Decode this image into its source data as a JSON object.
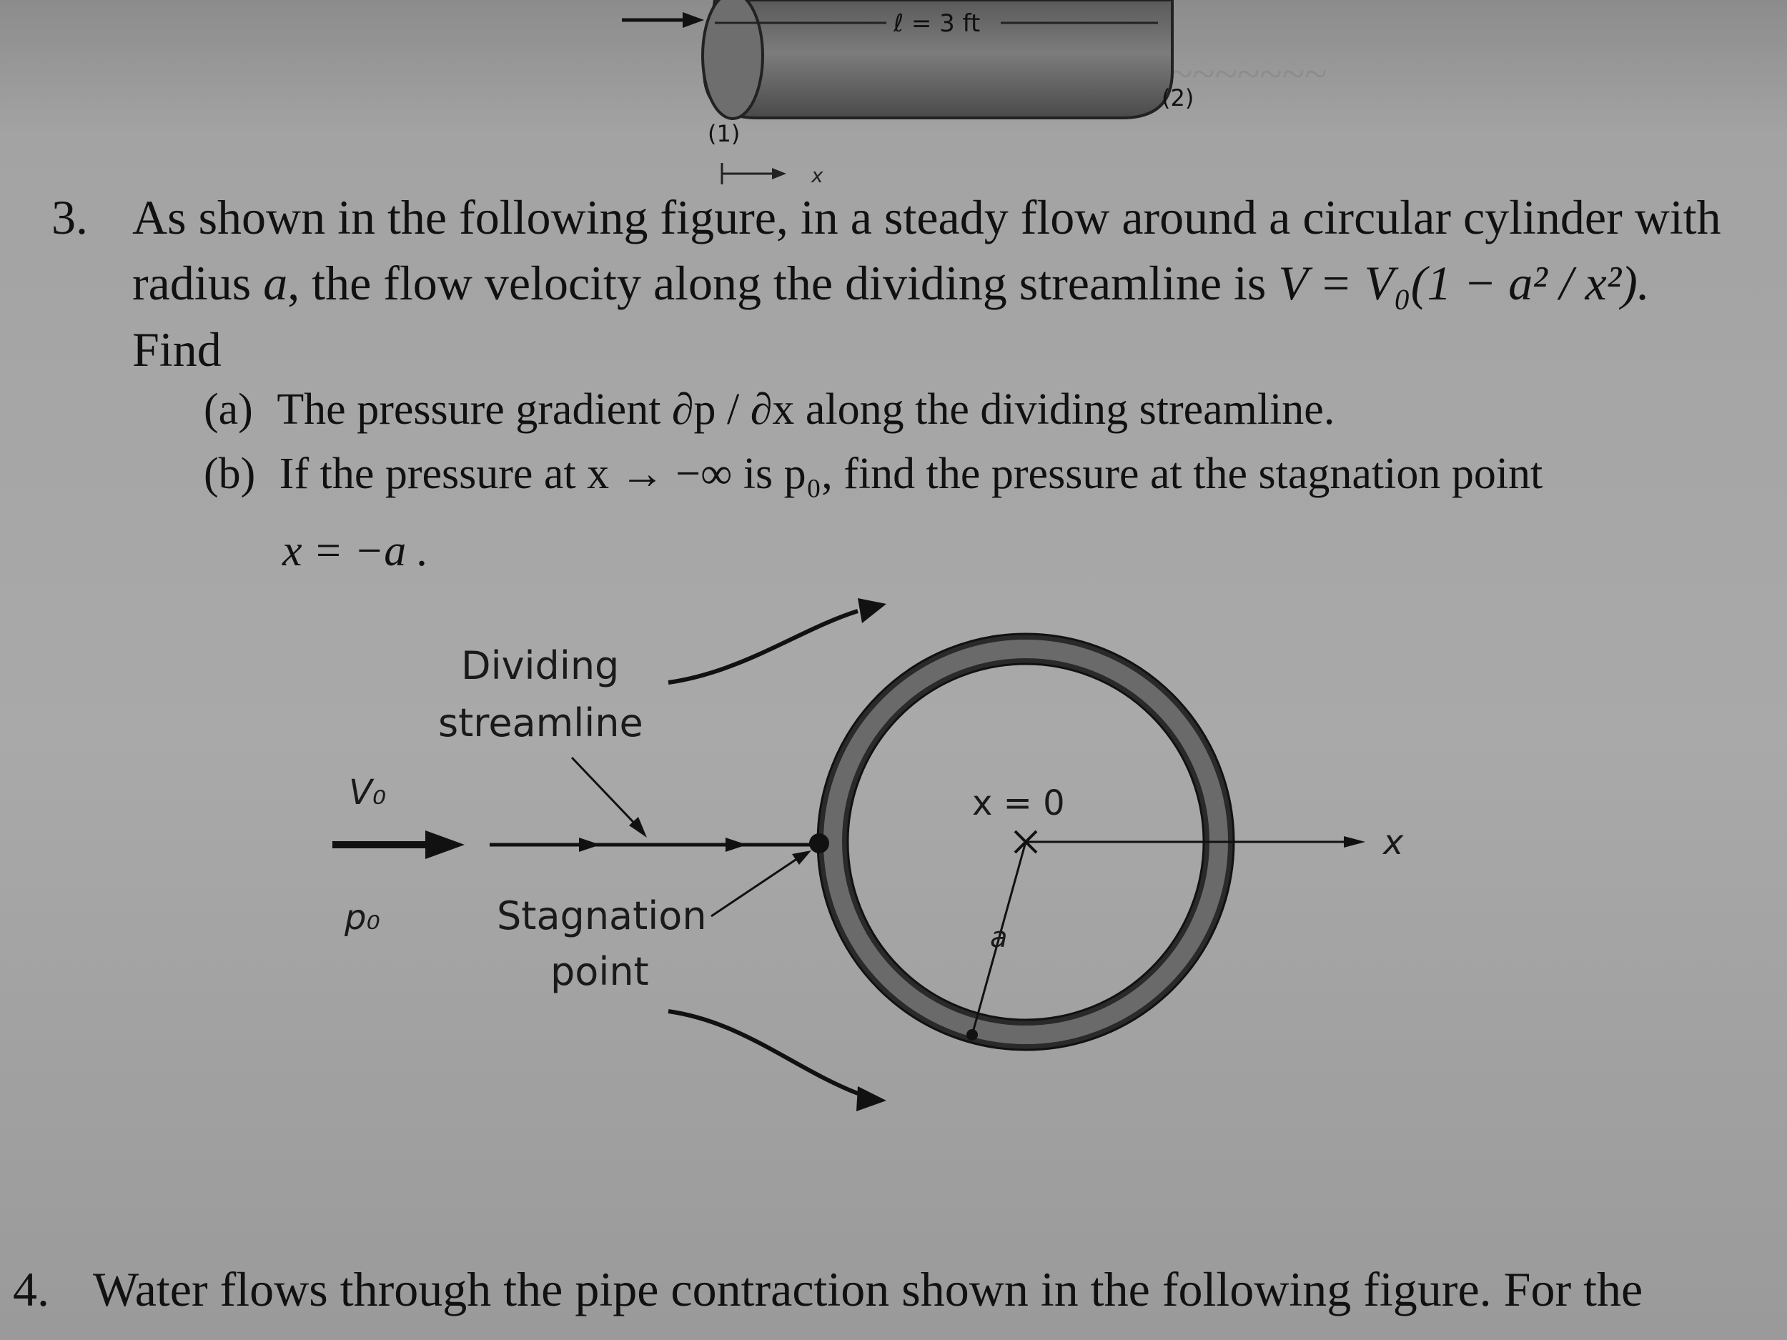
{
  "top_figure": {
    "length_label": "ℓ = 3 ft",
    "section_1_label": "(1)",
    "section_2_label": "(2)",
    "x_label": "x"
  },
  "problem3": {
    "number": "3.",
    "line1": "As shown in the following figure, in a steady flow around a circular cylinder with",
    "line2_pre": "radius ",
    "line2_a": "a",
    "line2_post": ", the flow velocity along the dividing streamline is ",
    "equation": "V = V₀(1 − a² / x²).",
    "find": "Find",
    "part_a_label": "(a)",
    "part_a_text": "The pressure gradient ∂p / ∂x along the dividing streamline.",
    "part_b_label": "(b)",
    "part_b_text": "If the pressure at x → −∞ is p₀, find the pressure at the stagnation point",
    "part_b_cont": "x = −a ."
  },
  "figure": {
    "dividing_streamline_line1": "Dividing",
    "dividing_streamline_line2": "streamline",
    "v0_label": "V₀",
    "p0_label": "p₀",
    "stagnation_line1": "Stagnation",
    "stagnation_line2": "point",
    "x_zero_label": "x = 0",
    "x_axis_label": "x",
    "radius_label": "a"
  },
  "problem4": {
    "number": "4.",
    "text": "Water flows through the pipe contraction shown in the following figure. For the"
  }
}
